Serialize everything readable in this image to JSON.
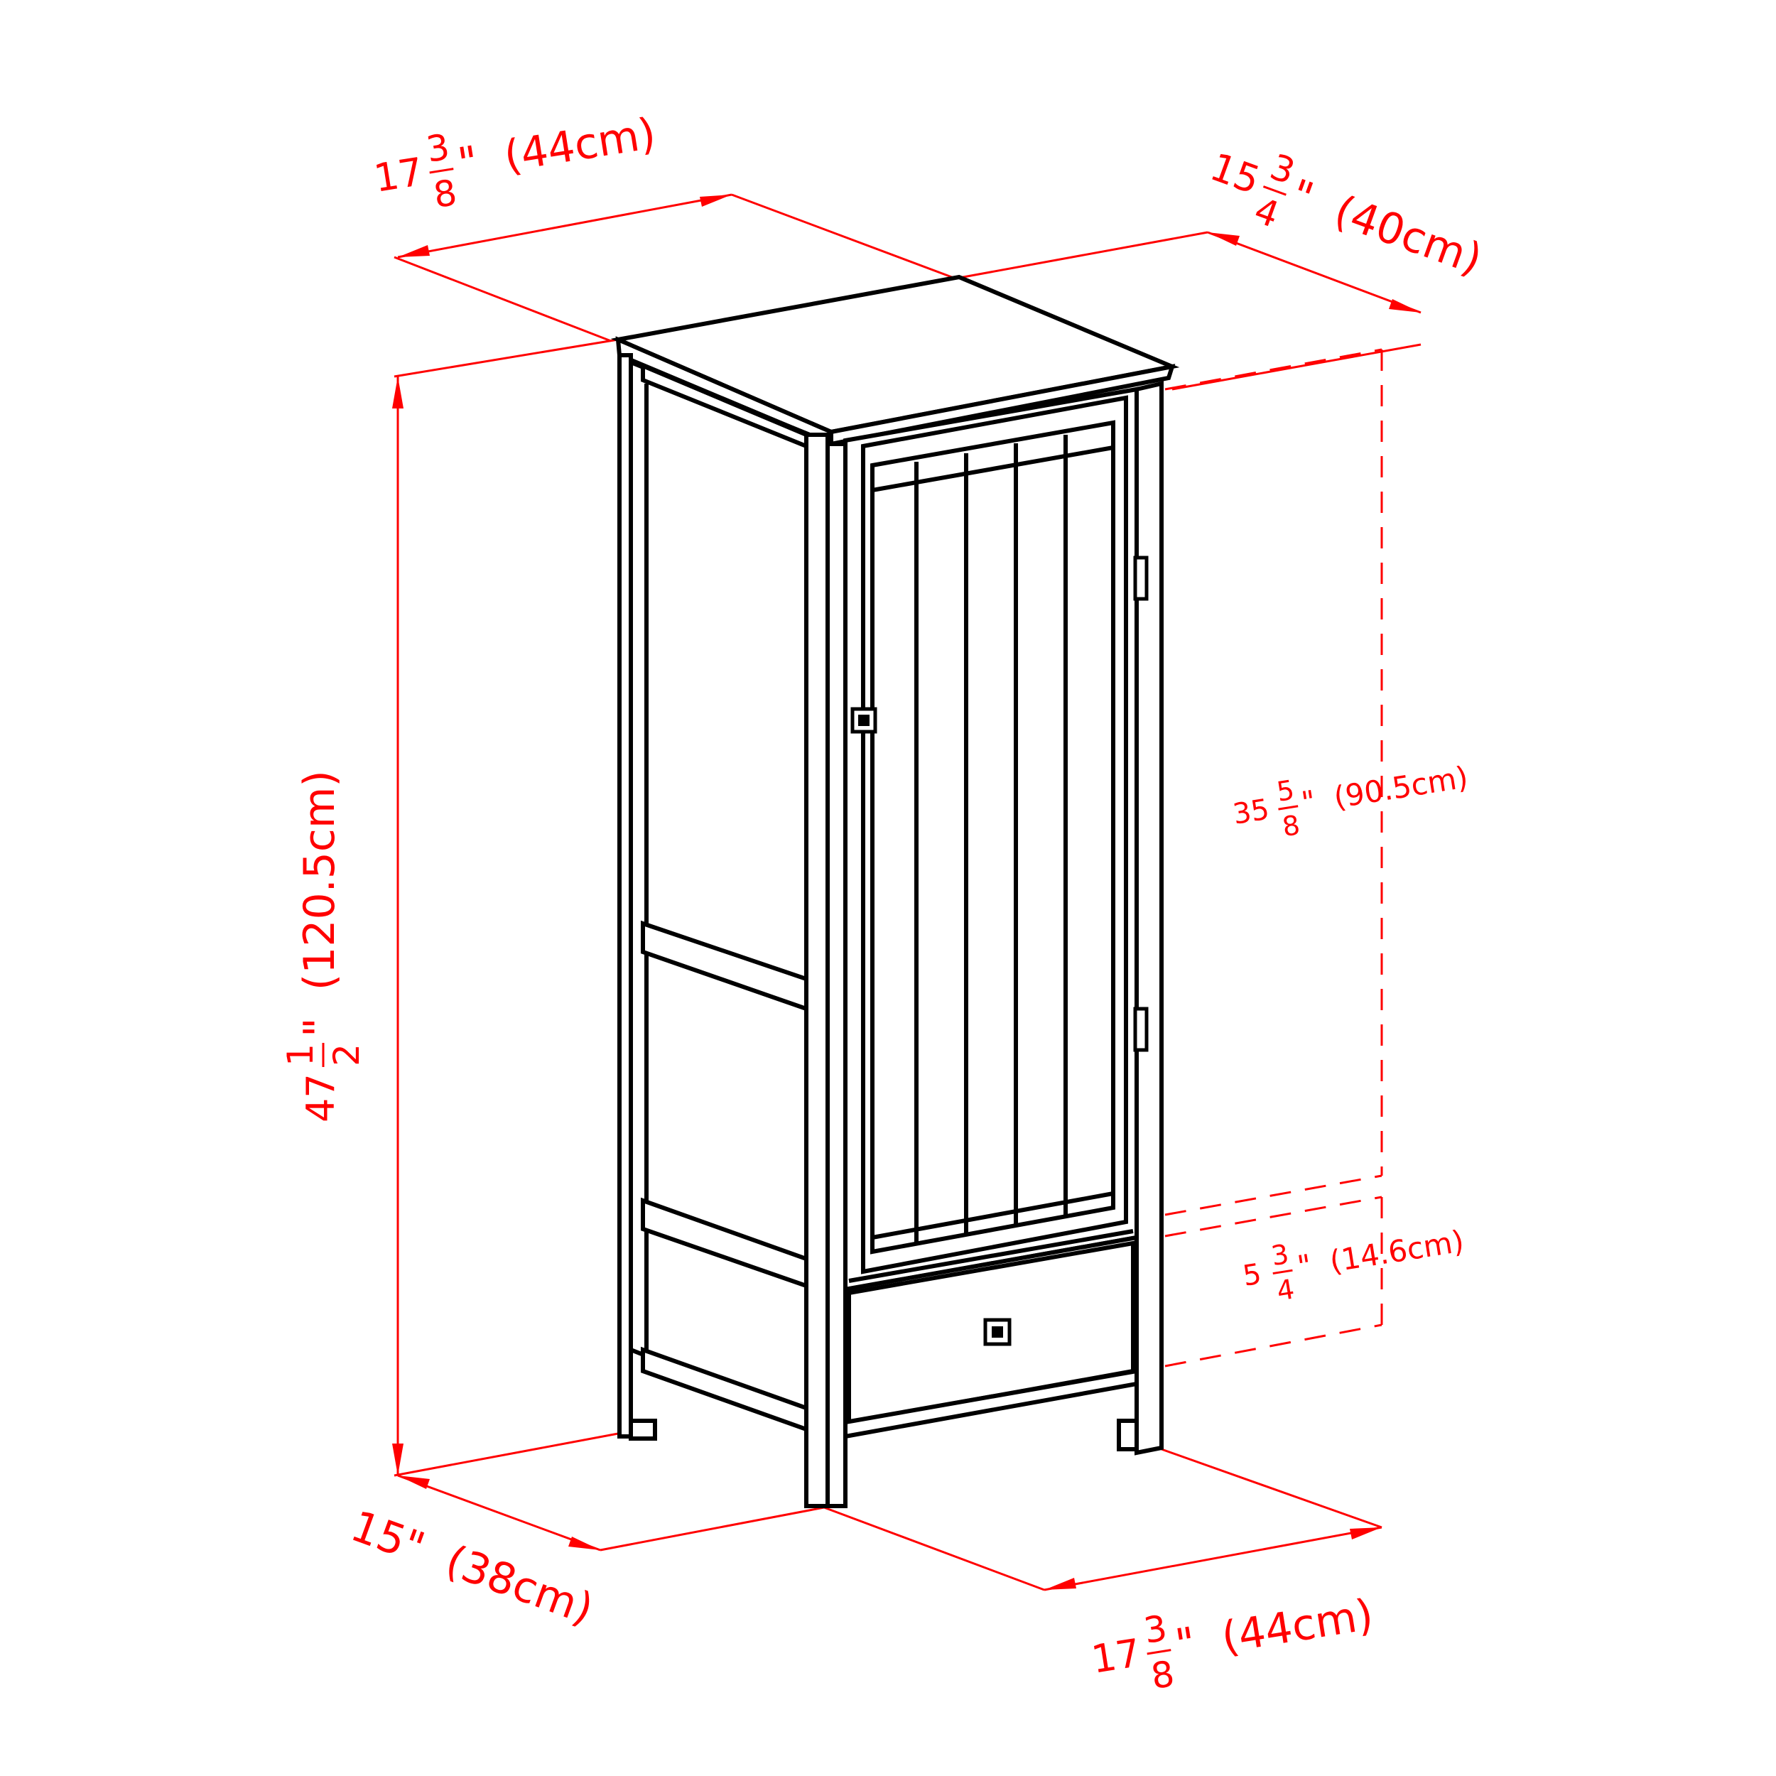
{
  "colors": {
    "dimension": "#ff0000",
    "outline": "#000000",
    "background": "#ffffff"
  },
  "dimensions": {
    "top_width": {
      "whole": "17",
      "num": "3",
      "den": "8",
      "unit": "\"  (44cm)"
    },
    "top_depth": {
      "whole": "15",
      "num": "3",
      "den": "4",
      "unit": "\"  (40cm)"
    },
    "height": {
      "whole": "47",
      "num": "1",
      "den": "2",
      "unit": "\"  (120.5cm)"
    },
    "door_height": {
      "whole": "35",
      "num": "5",
      "den": "8",
      "unit": "\"  (90.5cm)"
    },
    "drawer_height": {
      "whole": "5",
      "num": "3",
      "den": "4",
      "unit": "\"  (14.6cm)"
    },
    "base_depth": {
      "text": "15\"  (38cm)"
    },
    "base_width": {
      "whole": "17",
      "num": "3",
      "den": "8",
      "unit": "\"  (44cm)"
    }
  },
  "icons": {
    "door_knob": "square-knob-icon",
    "drawer_knob": "square-knob-icon",
    "hinge": "hinge-icon"
  }
}
